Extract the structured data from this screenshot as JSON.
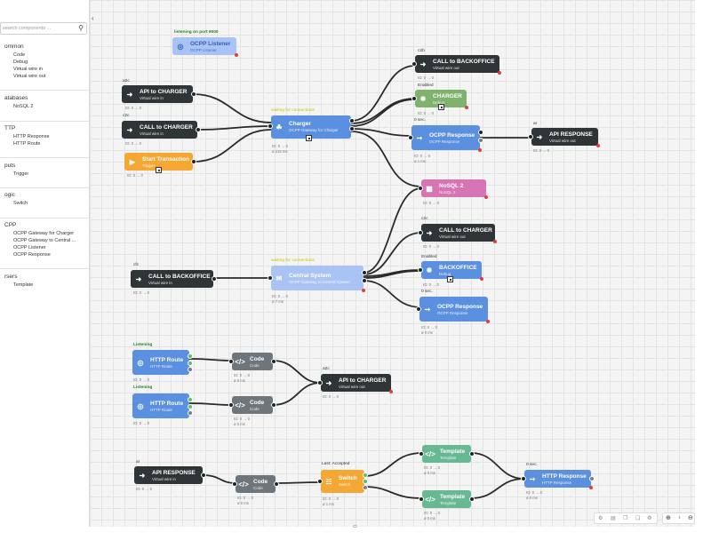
{
  "search": {
    "placeholder": "search components ..."
  },
  "sidebar": {
    "sections": [
      {
        "title": "ommon",
        "items": [
          "Code",
          "Debug",
          "Virtual wire in",
          "Virtual wire out"
        ]
      },
      {
        "title": "atabases",
        "items": [
          "NoSQL 2"
        ]
      },
      {
        "title": "TTP",
        "items": [
          "HTTP Response",
          "HTTP Route"
        ]
      },
      {
        "title": "puts",
        "items": [
          "Trigger"
        ]
      },
      {
        "title": "ogic",
        "items": [
          "Switch"
        ]
      },
      {
        "title": "CPP",
        "items": [
          "OCPP Gateway for Charger",
          "OCPP Gateway to Central ...",
          "OCPP Listener",
          "OCPP Response"
        ]
      },
      {
        "title": "rsers",
        "items": [
          "Template"
        ]
      }
    ]
  },
  "labels": {
    "listening_port": "listening on port 9000",
    "a2c": "a2c",
    "c2c": "c2c",
    "c2b": "c2b",
    "c2c_b": "c2c",
    "cfc": "cfc",
    "ar": "ar",
    "ar2": "ar",
    "enabled1": "Enabled",
    "enabled2": "Enabled",
    "sec0a": "0 sec.",
    "sec0b": "0 sec.",
    "sec0c": "0 sec.",
    "listening1": "Listening",
    "listening2": "Listening",
    "a2c2": "a2c",
    "last_accepted": "Last: Accepted",
    "charger_top": "waiting for connections",
    "central_top": "waiting for connections"
  },
  "nodes": {
    "ocpp_listener": {
      "title": "OCPP Listener",
      "sub": "OCPP Listener"
    },
    "api_to_charger_1": {
      "title": "API to CHARGER",
      "sub": "Virtual wire in"
    },
    "call_to_charger_1": {
      "title": "CALL to CHARGER",
      "sub": "Virtual wire in"
    },
    "start_transaction": {
      "title": "Start Transaction",
      "sub": "Trigger"
    },
    "charger": {
      "title": "Charger",
      "sub": "OCPP Gateway for Charger"
    },
    "call_to_backoffice_1": {
      "title": "CALL to BACKOFFICE",
      "sub": "Virtual wire out"
    },
    "charger_debug": {
      "title": "CHARGER",
      "sub": "Debug"
    },
    "ocpp_response_1": {
      "title": "OCPP Response",
      "sub": "OCPP Response"
    },
    "api_response_out": {
      "title": "API RESPONSE",
      "sub": "Virtual wire out"
    },
    "nosql": {
      "title": "NoSQL 2",
      "sub": "NoSQL 2"
    },
    "call_to_backoffice_in": {
      "title": "CALL to BACKOFFICE",
      "sub": "Virtual wire in"
    },
    "central_system": {
      "title": "Central System",
      "sub": "OCPP Gateway to Central System"
    },
    "call_to_charger_out": {
      "title": "CALL to CHARGER",
      "sub": "Virtual wire out"
    },
    "backoffice_debug": {
      "title": "BACKOFFICE",
      "sub": "Debug"
    },
    "ocpp_response_2": {
      "title": "OCPP Response",
      "sub": "OCPP Response"
    },
    "http_route_1": {
      "title": "HTTP Route",
      "sub": "HTTP Route"
    },
    "http_route_2": {
      "title": "HTTP Route",
      "sub": "HTTP Route"
    },
    "code_1": {
      "title": "Code",
      "sub": "Code"
    },
    "code_2": {
      "title": "Code",
      "sub": "Code"
    },
    "api_to_charger_out": {
      "title": "API to CHARGER",
      "sub": "Virtual wire out"
    },
    "api_response_in": {
      "title": "API RESPONSE",
      "sub": "Virtual wire in"
    },
    "code_3": {
      "title": "Code",
      "sub": "Code"
    },
    "switch": {
      "title": "Switch",
      "sub": "Switch"
    },
    "template_1": {
      "title": "Template",
      "sub": "Template"
    },
    "template_2": {
      "title": "Template",
      "sub": "Template"
    },
    "http_response": {
      "title": "HTTP Response",
      "sub": "HTTP Response"
    }
  },
  "stats": {
    "io": "IO: 0 → 0",
    "io_ms": "ø 1 ms",
    "io_0ms": "ø 0 ms",
    "io_2ms": "ø 2 ms",
    "io_7ms": "ø 7 ms",
    "io_215ms": "ø 215 ms"
  },
  "colors": {
    "wire": "#2a2a2a",
    "canvas": "#f4f4f4",
    "grid": "#e3e3e3"
  },
  "icons": {
    "toolbar": [
      "settings-icon",
      "file-icon",
      "copy-icon",
      "clone-icon",
      "refresh-icon"
    ],
    "zoom": [
      "zoom-in-icon",
      "zoom-reset-icon",
      "zoom-out-icon"
    ]
  }
}
